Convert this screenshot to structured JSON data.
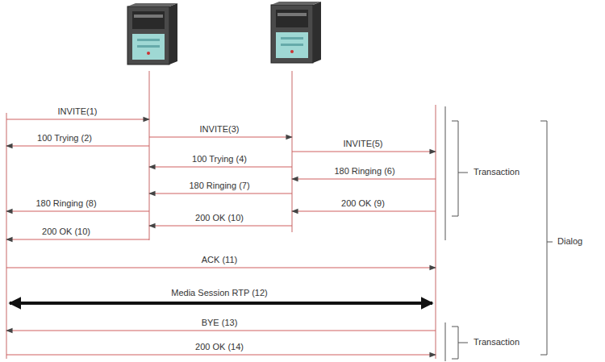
{
  "diagram": {
    "labels": [
      "INVITE(1)",
      "100 Trying (2)",
      "INVITE(3)",
      "100 Trying (4)",
      "INVITE(5)",
      "180 Ringing (6)",
      "180 Ringing (7)",
      "180 Ringing (8)",
      "200 OK (9)",
      "200 OK (10)",
      "200 OK (10)",
      "ACK (11)",
      "Media Session RTP (12)",
      "BYE (13)",
      "200 OK (14)",
      "Transaction",
      "Dialog",
      "Transaction"
    ]
  }
}
